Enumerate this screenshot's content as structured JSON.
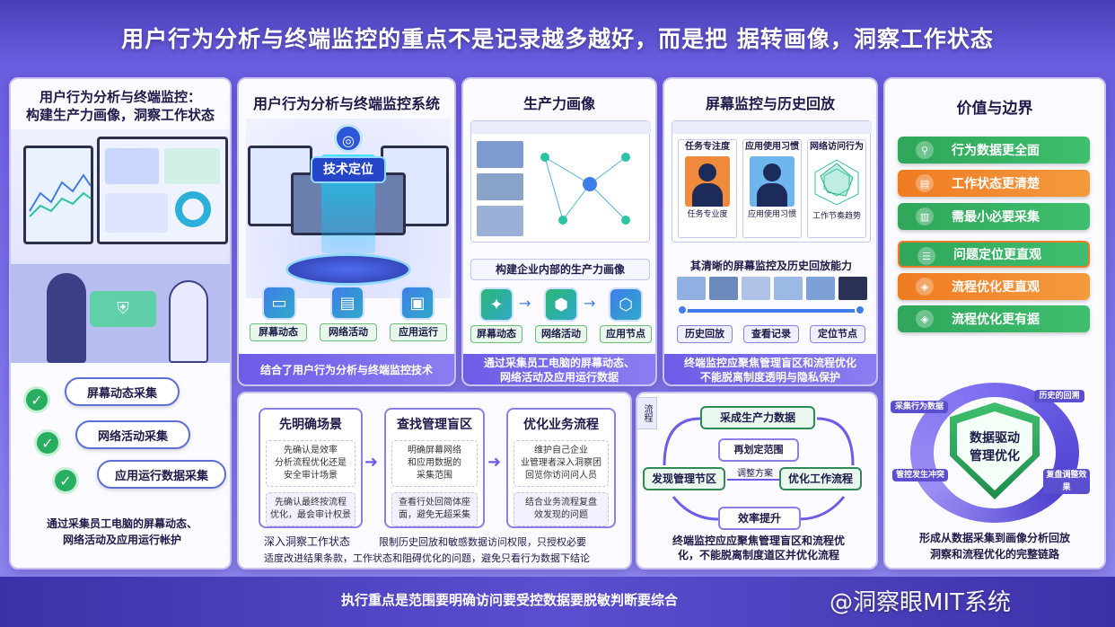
{
  "header": {
    "title": "用户行为分析与终端监控的重点不是记录越多越好，而是把 据转画像，洞察工作状态"
  },
  "p1": {
    "title_l1": "用户行为分析与终端监控：",
    "title_l2": "构建生产力画像，洞察工作状态",
    "items": [
      "屏幕动态采集",
      "网络活动采集",
      "应用运行数据采集"
    ],
    "desc_l1": "通过采集员工电脑的屏幕动态、",
    "desc_l2": "网络活动及应用运行帐护"
  },
  "p2": {
    "title": "用户行为分析与终端监控系统",
    "badge": "技术定位",
    "labels": [
      "屏幕动态",
      "网络活动",
      "应用运行"
    ],
    "band": "结合了用户行为分析与终端监控技术"
  },
  "p3": {
    "title": "生产力画像",
    "sub": "构建企业内部的生产力画像",
    "labels": [
      "屏幕动态",
      "网络活动",
      "应用节点"
    ],
    "band_l1": "通过采集员工电脑的屏幕动态、",
    "band_l2": "网络活动及应用运行数据"
  },
  "p4": {
    "title": "屏幕监控与历史回放",
    "tiles": [
      "任务专注度",
      "应用使用习惯",
      "网络访问行为"
    ],
    "tiles_bottom": [
      "任务专业度",
      "应用使用习惯",
      "工作节奏趋势"
    ],
    "sub": "其清晰的屏幕监控及历史回放能力",
    "steps": [
      "历史回放",
      "查看记录",
      "定位节点"
    ],
    "band_l1": "终端监控应聚焦管理盲区和流程优化",
    "band_l2": "不能脱离制度透明与隐私保护"
  },
  "p5": {
    "title": "价值与边界",
    "values": [
      "行为数据更全面",
      "工作状态更清楚",
      "需最小必要采集",
      "问题定位更直观",
      "流程优化更直观",
      "流程优化更有据"
    ],
    "shield_l1": "数据驱动",
    "shield_l2": "管理优化",
    "ring": [
      "采集行为数据",
      "历史的回溯",
      "管控发生冲突",
      "复盘调整效果"
    ],
    "desc_l1": "形成从数据采集到画像分析回放",
    "desc_l2": "洞察和流程优化的完整链路"
  },
  "p6": {
    "cards": [
      {
        "title": "先明确场景",
        "top": [
          "先确认是效率",
          "分析流程优化还是",
          "安全审计场景"
        ],
        "bottom": [
          "先确认最终按流程",
          "优化，最会审计权景"
        ]
      },
      {
        "title": "查找管理盲区",
        "top": [
          "明确屏幕网络",
          "和应用数据的",
          "采集范围"
        ],
        "bottom": [
          "查看行处回简体座",
          "面，避免无超采集"
        ]
      },
      {
        "title": "优化业务流程",
        "top": [
          "维护自己企业",
          "业管理者深入洞察团",
          "回览你访问问人员"
        ],
        "bottom": [
          "结合业务流程复盘",
          "效发现的问题"
        ]
      }
    ],
    "note1": "深入洞察工作状态",
    "note2": "限制历史回放和敏感数据访问权限，只授权必要",
    "note3": "适度改进结果条款，工作状态和阻碍优化的问题，避免只看行为数据下结论"
  },
  "p7": {
    "tag": "流程",
    "top": "采成生产力数据",
    "mid": "再划定范围",
    "left": "发现管理节区",
    "arrow": "调整方案",
    "right": "优化工作流程",
    "bottom": "效率提升",
    "desc_l1": "终端监控应应聚焦管理盲区和流程优",
    "desc_l2": "化，不能脱离制度道区并优化流程"
  },
  "footer": {
    "text": "执行重点是范围要明确访问要受控数据要脱敏判断要综合",
    "watermark": "@洞察眼MIT系统"
  }
}
